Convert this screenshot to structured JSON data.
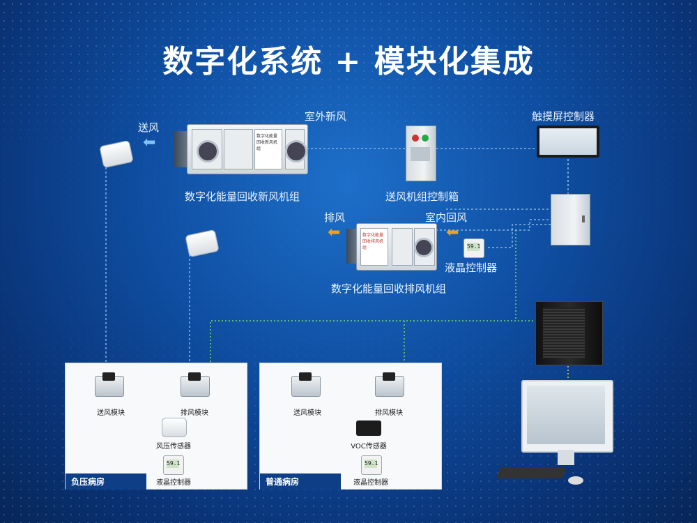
{
  "title": "数字化系统 + 模块化集成",
  "labels": {
    "supply_air": "送风",
    "outdoor_fresh_air": "室外新风",
    "fresh_air_unit": "数字化能量回收新风机组",
    "supply_control_box": "送风机组控制箱",
    "touch_controller": "触摸屏控制器",
    "exhaust_air": "排风",
    "indoor_return_air": "室内回风",
    "lcd_controller": "液晶控制器",
    "exhaust_unit": "数字化能量回收排风机组"
  },
  "unit_text": {
    "fresh_panel": "数字化能量回收新风机组",
    "exhaust_panel": "数字化能量回收排风机组"
  },
  "lcd_reading": "59.1",
  "rooms": [
    {
      "tag": "负压病房",
      "supply_module": "送风模块",
      "exhaust_module": "排风模块",
      "sensor": "风压传感器",
      "controller": "液晶控制器"
    },
    {
      "tag": "普通病房",
      "supply_module": "送风模块",
      "exhaust_module": "排风模块",
      "sensor": "VOC传感器",
      "controller": "液晶控制器"
    }
  ],
  "colors": {
    "link_dashed": "#7fb3e0",
    "link_green": "#7ed957",
    "link_yellow": "#f2c94c",
    "arrow_blue": "#7fc4ff",
    "arrow_orange": "#f0a020",
    "room_tag_bg": "#0e3f86"
  }
}
